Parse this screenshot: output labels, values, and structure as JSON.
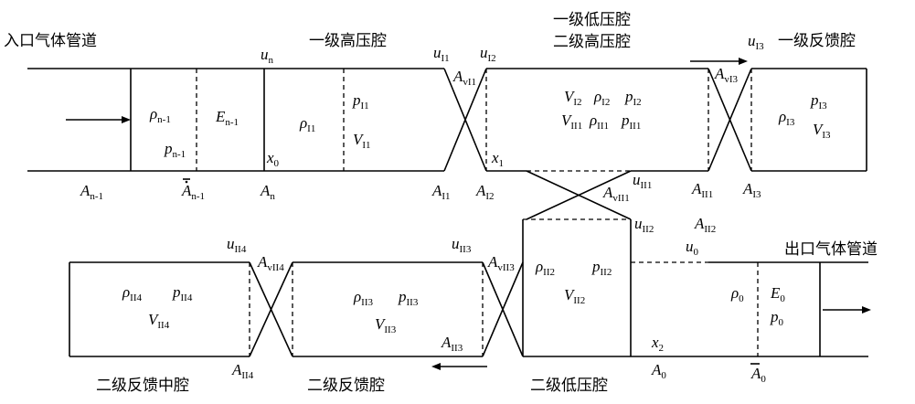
{
  "titles": {
    "inlet_pipe": "入口气体管道",
    "stage1_hp": "一级高压腔",
    "stage1_lp_line1": "一级低压腔",
    "stage1_lp_line2": "二级高压腔",
    "stage1_fb": "一级反馈腔",
    "outlet_pipe": "出口气体管道",
    "stage2_fb_mid": "二级反馈中腔",
    "stage2_fb": "二级反馈腔",
    "stage2_lp": "二级低压腔"
  },
  "symbols": {
    "u_n": [
      "u",
      "n"
    ],
    "u_I1": [
      "u",
      "I1"
    ],
    "u_I2": [
      "u",
      "I2"
    ],
    "u_I3": [
      "u",
      "I3"
    ],
    "u_II1": [
      "u",
      "II1"
    ],
    "u_II2": [
      "u",
      "II2"
    ],
    "u_II3": [
      "u",
      "II3"
    ],
    "u_II4": [
      "u",
      "II4"
    ],
    "u_0": [
      "u",
      "0"
    ],
    "A_vI1": [
      "A",
      "vI1"
    ],
    "A_vI3": [
      "A",
      "vI3"
    ],
    "A_vII1": [
      "A",
      "vII1"
    ],
    "A_vII3": [
      "A",
      "vII3"
    ],
    "A_vII4": [
      "A",
      "vII4"
    ],
    "A_n1": [
      "A",
      "n-1"
    ],
    "A_n1dot": [
      "A",
      "n-1"
    ],
    "A_n": [
      "A",
      "n"
    ],
    "A_I1": [
      "A",
      "I1"
    ],
    "A_I2": [
      "A",
      "I2"
    ],
    "A_II1": [
      "A",
      "II1"
    ],
    "A_I3": [
      "A",
      "I3"
    ],
    "A_II2": [
      "A",
      "II2"
    ],
    "A_II3": [
      "A",
      "II3"
    ],
    "A_II4": [
      "A",
      "II4"
    ],
    "A_0": [
      "A",
      "0"
    ],
    "A_0bar": [
      "A",
      "0"
    ],
    "rho_n1": [
      "ρ",
      "n-1"
    ],
    "p_n1": [
      "p",
      "n-1"
    ],
    "E_n1": [
      "E",
      "n-1"
    ],
    "x_0": [
      "x",
      "0"
    ],
    "rho_I1": [
      "ρ",
      "I1"
    ],
    "p_I1": [
      "p",
      "I1"
    ],
    "V_I1": [
      "V",
      "I1"
    ],
    "x_1": [
      "x",
      "1"
    ],
    "V_I2": [
      "V",
      "I2"
    ],
    "rho_I2": [
      "ρ",
      "I2"
    ],
    "p_I2": [
      "p",
      "I2"
    ],
    "V_II1": [
      "V",
      "II1"
    ],
    "rho_II1": [
      "ρ",
      "II1"
    ],
    "p_II1": [
      "p",
      "II1"
    ],
    "rho_I3": [
      "ρ",
      "I3"
    ],
    "p_I3": [
      "p",
      "I3"
    ],
    "V_I3": [
      "V",
      "I3"
    ],
    "rho_II4": [
      "ρ",
      "II4"
    ],
    "p_II4": [
      "p",
      "II4"
    ],
    "V_II4": [
      "V",
      "II4"
    ],
    "rho_II3": [
      "ρ",
      "II3"
    ],
    "p_II3": [
      "p",
      "II3"
    ],
    "V_II3": [
      "V",
      "II3"
    ],
    "rho_II2": [
      "ρ",
      "II2"
    ],
    "p_II2": [
      "p",
      "II2"
    ],
    "V_II2": [
      "V",
      "II2"
    ],
    "x_2": [
      "x",
      "2"
    ],
    "rho_0": [
      "ρ",
      "0"
    ],
    "E_0": [
      "E",
      "0"
    ],
    "p_0": [
      "p",
      "0"
    ]
  }
}
